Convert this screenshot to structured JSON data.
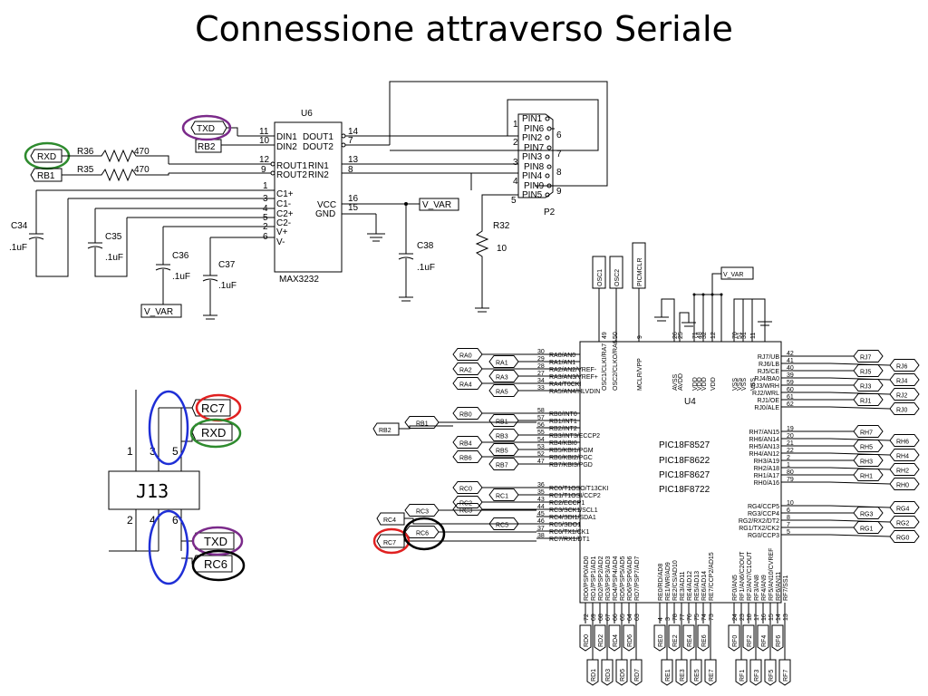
{
  "title": "Connessione attraverso Seriale",
  "max3232": {
    "ref": "U6",
    "part": "MAX3232",
    "pins_left": [
      {
        "num": "11",
        "name": "DIN1"
      },
      {
        "num": "10",
        "name": "DIN2"
      },
      {
        "num": "12",
        "name": "ROUT1"
      },
      {
        "num": "9",
        "name": "ROUT2"
      },
      {
        "num": "1",
        "name": "C1+"
      },
      {
        "num": "3",
        "name": "C1-"
      },
      {
        "num": "4",
        "name": "C2+"
      },
      {
        "num": "5",
        "name": "C2-"
      },
      {
        "num": "2",
        "name": "V+"
      },
      {
        "num": "6",
        "name": "V-"
      }
    ],
    "pins_right": [
      {
        "num": "14",
        "name": "DOUT1"
      },
      {
        "num": "7",
        "name": "DOUT2"
      },
      {
        "num": "13",
        "name": "RIN1"
      },
      {
        "num": "8",
        "name": "RIN2"
      },
      {
        "num": "16",
        "name": "VCC"
      },
      {
        "num": "15",
        "name": "GND"
      }
    ]
  },
  "resistors": [
    {
      "ref": "R36",
      "value": "470"
    },
    {
      "ref": "R35",
      "value": "470"
    },
    {
      "ref": "R32",
      "value": "10"
    }
  ],
  "capacitors": [
    {
      "ref": "C34",
      "value": ".1uF"
    },
    {
      "ref": "C35",
      "value": ".1uF"
    },
    {
      "ref": "C36",
      "value": ".1uF"
    },
    {
      "ref": "C37",
      "value": ".1uF"
    },
    {
      "ref": "C38",
      "value": ".1uF"
    }
  ],
  "net_labels": {
    "txd": "TXD",
    "rb2": "RB2",
    "rxd": "RXD",
    "rb1": "RB1",
    "v_var": "V_VAR"
  },
  "connector": {
    "ref": "P2",
    "pins": [
      {
        "name": "PIN1",
        "num": "1"
      },
      {
        "name": "PIN6",
        "num": "6"
      },
      {
        "name": "PIN2",
        "num": "2"
      },
      {
        "name": "PIN7",
        "num": "7"
      },
      {
        "name": "PIN3",
        "num": "3"
      },
      {
        "name": "PIN8",
        "num": "8"
      },
      {
        "name": "PIN4",
        "num": "4"
      },
      {
        "name": "PIN9",
        "num": "9"
      },
      {
        "name": "PIN5",
        "num": "5"
      }
    ]
  },
  "mcu": {
    "ref": "U4",
    "parts": [
      "PIC18F8527",
      "PIC18F8622",
      "PIC18F8627",
      "PIC18F8722"
    ],
    "top_labels": [
      "OSC1",
      "OSC2",
      "PICMCLR"
    ],
    "top_pins": [
      {
        "num": "49",
        "name": "OSC1/CLKI/RA7"
      },
      {
        "num": "50",
        "name": "OSC2/CLKO/RA6"
      },
      {
        "num": "9",
        "name": "MCLR/VPP"
      },
      {
        "num": "26",
        "name": "AVSS"
      },
      {
        "num": "25",
        "name": "AVDD"
      },
      {
        "num": "71",
        "name": "VDD"
      },
      {
        "num": "48",
        "name": "VDD"
      },
      {
        "num": "32",
        "name": "VDD"
      },
      {
        "num": "12",
        "name": "VDD"
      },
      {
        "num": "70",
        "name": "VSS"
      },
      {
        "num": "51",
        "name": "VSS"
      },
      {
        "num": "31",
        "name": "VSS"
      },
      {
        "num": "11",
        "name": "VSS"
      }
    ],
    "left_pins": [
      {
        "num": "30",
        "name": "RA0/AN0",
        "label": "RA0"
      },
      {
        "num": "29",
        "name": "RA1/AN1",
        "label": "RA1"
      },
      {
        "num": "28",
        "name": "RA2/AN2/VREF-",
        "label": "RA2"
      },
      {
        "num": "27",
        "name": "RA3/AN3/VREF+",
        "label": "RA3"
      },
      {
        "num": "34",
        "name": "RA4/T0CKI",
        "label": "RA4"
      },
      {
        "num": "33",
        "name": "RA5/AN4/HLVDIN",
        "label": "RA5"
      },
      {
        "num": "58",
        "name": "RB0/INT0",
        "label": "RB0"
      },
      {
        "num": "57",
        "name": "RB1/INT1",
        "label": "RB1"
      },
      {
        "num": "56",
        "name": "RB2/INT2",
        "label": "RB2"
      },
      {
        "num": "55",
        "name": "RB3/INT3/ECCP2",
        "label": "RB3"
      },
      {
        "num": "54",
        "name": "RB4/KBI0",
        "label": "RB4"
      },
      {
        "num": "53",
        "name": "RB5/KBI1/PGM",
        "label": "RB5"
      },
      {
        "num": "52",
        "name": "RB6/KBI2/PGC",
        "label": "RB6"
      },
      {
        "num": "47",
        "name": "RB7/KBI3/PGD",
        "label": "RB7"
      },
      {
        "num": "36",
        "name": "RC0/T1OSO/T13CKI",
        "label": "RC0"
      },
      {
        "num": "35",
        "name": "RC1/T1OSI/CCP2",
        "label": "RC1"
      },
      {
        "num": "43",
        "name": "RC2/ECCP1",
        "label": "RC2"
      },
      {
        "num": "44",
        "name": "RC3/SCK1/SCL1",
        "label": "RC3"
      },
      {
        "num": "45",
        "name": "RC4/SDI1/SDA1",
        "label": "RC4"
      },
      {
        "num": "46",
        "name": "RC5/SDO1",
        "label": "RC5"
      },
      {
        "num": "37",
        "name": "RC6/TX1/CK1",
        "label": "RC6"
      },
      {
        "num": "38",
        "name": "RC7/RX1/DT1",
        "label": "RC7"
      }
    ],
    "right_pins": [
      {
        "num": "42",
        "name": "RJ7/UB",
        "label": "RJ7"
      },
      {
        "num": "41",
        "name": "RJ6/LB",
        "label": "RJ6"
      },
      {
        "num": "40",
        "name": "RJ5/CE",
        "label": "RJ5"
      },
      {
        "num": "39",
        "name": "RJ4/BA0",
        "label": "RJ4"
      },
      {
        "num": "59",
        "name": "RJ3/WRH",
        "label": "RJ3"
      },
      {
        "num": "60",
        "name": "RJ2/WRL",
        "label": "RJ2"
      },
      {
        "num": "61",
        "name": "RJ1/OE",
        "label": "RJ1"
      },
      {
        "num": "62",
        "name": "RJ0/ALE",
        "label": "RJ0"
      },
      {
        "num": "19",
        "name": "RH7/AN15",
        "label": "RH7"
      },
      {
        "num": "20",
        "name": "RH6/AN14",
        "label": "RH6"
      },
      {
        "num": "21",
        "name": "RH5/AN13",
        "label": "RH5"
      },
      {
        "num": "22",
        "name": "RH4/AN12",
        "label": "RH4"
      },
      {
        "num": "2",
        "name": "RH3/A19",
        "label": "RH3"
      },
      {
        "num": "1",
        "name": "RH2/A18",
        "label": "RH2"
      },
      {
        "num": "80",
        "name": "RH1/A17",
        "label": "RH1"
      },
      {
        "num": "79",
        "name": "RH0/A16",
        "label": "RH0"
      },
      {
        "num": "10",
        "name": "RG4/CCP5",
        "label": "RG4"
      },
      {
        "num": "6",
        "name": "RG3/CCP4",
        "label": "RG3"
      },
      {
        "num": "8",
        "name": "RG2/RX2/DT2",
        "label": "RG2"
      },
      {
        "num": "7",
        "name": "RG1/TX2/CK2",
        "label": "RG1"
      },
      {
        "num": "5",
        "name": "RG0/CCP3",
        "label": "RG0"
      }
    ],
    "bottom_pins": [
      {
        "num": "72",
        "name": "RD0/PSP0/AD0",
        "label": "RD0"
      },
      {
        "num": "69",
        "name": "RD1/PSP1/AD1",
        "label": "RD1"
      },
      {
        "num": "68",
        "name": "RD2/PSP2/AD2",
        "label": "RD2"
      },
      {
        "num": "67",
        "name": "RD3/PSP3/AD3",
        "label": "RD3"
      },
      {
        "num": "66",
        "name": "RD4/PSP4/AD4",
        "label": "RD4"
      },
      {
        "num": "65",
        "name": "RD5/PSP5/AD5",
        "label": "RD5"
      },
      {
        "num": "64",
        "name": "RD6/PSP6/AD6",
        "label": "RD6"
      },
      {
        "num": "63",
        "name": "RD7/PSP7/AD7",
        "label": "RD7"
      },
      {
        "num": "4",
        "name": "RE0/RD/AD8",
        "label": "RE0"
      },
      {
        "num": "3",
        "name": "RE1/WR/AD9",
        "label": "RE1"
      },
      {
        "num": "78",
        "name": "RE2/CS/AD10",
        "label": "RE2"
      },
      {
        "num": "77",
        "name": "RE3/AD11",
        "label": "RE3"
      },
      {
        "num": "76",
        "name": "RE4/AD12",
        "label": "RE4"
      },
      {
        "num": "75",
        "name": "RE5/AD13",
        "label": "RE5"
      },
      {
        "num": "74",
        "name": "RE6/AD14",
        "label": "RE6"
      },
      {
        "num": "73",
        "name": "RE7/CCP2/AD15",
        "label": "RE7"
      },
      {
        "num": "24",
        "name": "RF0/AN5",
        "label": "RF0"
      },
      {
        "num": "23",
        "name": "RF1/AN6/C2OUT",
        "label": "RF1"
      },
      {
        "num": "18",
        "name": "RF2/AN7/C1OUT",
        "label": "RF2"
      },
      {
        "num": "17",
        "name": "RF3/AN8",
        "label": "RF3"
      },
      {
        "num": "16",
        "name": "RF4/AN9",
        "label": "RF4"
      },
      {
        "num": "15",
        "name": "RF5/AN10/CVREF",
        "label": "RF5"
      },
      {
        "num": "14",
        "name": "RF6/AN11",
        "label": "RF6"
      },
      {
        "num": "13",
        "name": "RF7/SS1",
        "label": "RF7"
      }
    ],
    "extra_labels": {
      "rb2": "RB2",
      "rc4": "RC4",
      "rc7": "RC7"
    }
  },
  "jumper": {
    "ref": "J13",
    "pin_numbers": [
      "1",
      "3",
      "5",
      "2",
      "4",
      "6"
    ],
    "labels": [
      "RC7",
      "RXD",
      "TXD",
      "RC6"
    ]
  },
  "colors": {
    "highlight_purple": "#7b2a8a",
    "highlight_green": "#2e8b2e",
    "highlight_red": "#e02020",
    "highlight_black": "#000000",
    "highlight_blue": "#1f2fd6"
  }
}
